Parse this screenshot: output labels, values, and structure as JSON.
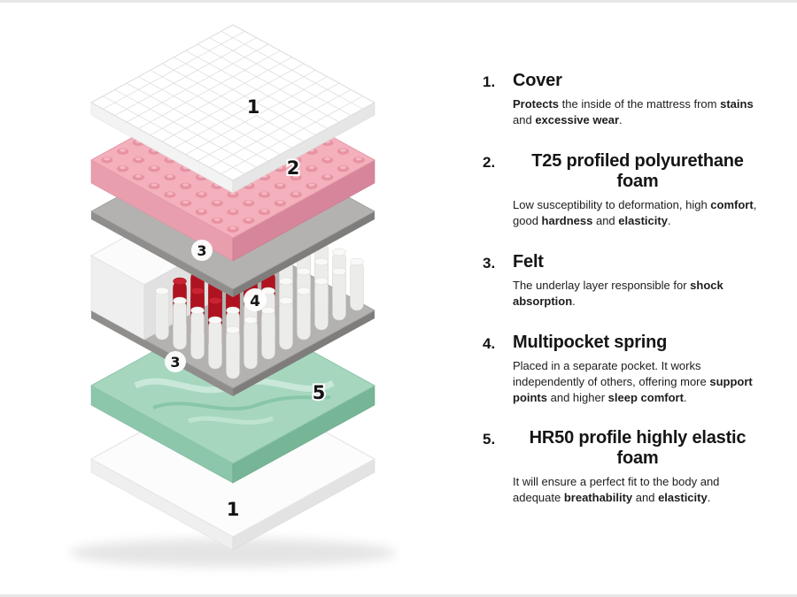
{
  "diagram": {
    "callouts": [
      {
        "n": "1"
      },
      {
        "n": "2"
      },
      {
        "n": "3"
      },
      {
        "n": "4"
      },
      {
        "n": "3"
      },
      {
        "n": "5"
      },
      {
        "n": "1"
      }
    ],
    "colors": {
      "cover": "#ffffff",
      "foam_t25": "#f4b0bc",
      "felt": "#b4b2b0",
      "spring_red": "#b01320",
      "spring_white": "#ececea",
      "foam_hr50": "#a6d7be"
    }
  },
  "legend": {
    "items": [
      {
        "num": "1.",
        "title": "Cover",
        "desc": [
          {
            "t": "Protects",
            "b": true
          },
          {
            "t": " the inside of the mattress from ",
            "b": false
          },
          {
            "t": "stains",
            "b": true
          },
          {
            "t": " and ",
            "b": false
          },
          {
            "t": "excessive wear",
            "b": true
          },
          {
            "t": ".",
            "b": false
          }
        ]
      },
      {
        "num": "2.",
        "title": "T25 profiled polyurethane foam",
        "desc": [
          {
            "t": "Low susceptibility to deformation, high ",
            "b": false
          },
          {
            "t": "comfort",
            "b": true
          },
          {
            "t": ", good ",
            "b": false
          },
          {
            "t": "hardness",
            "b": true
          },
          {
            "t": " and ",
            "b": false
          },
          {
            "t": "elasticity",
            "b": true
          },
          {
            "t": ".",
            "b": false
          }
        ]
      },
      {
        "num": "3.",
        "title": "Felt",
        "desc": [
          {
            "t": "The underlay layer responsible for ",
            "b": false
          },
          {
            "t": "shock absorption",
            "b": true
          },
          {
            "t": ".",
            "b": false
          }
        ]
      },
      {
        "num": "4.",
        "title": "Multipocket spring",
        "desc": [
          {
            "t": "Placed in a separate pocket. It works independently of others, offering more ",
            "b": false
          },
          {
            "t": "support points",
            "b": true
          },
          {
            "t": " and higher ",
            "b": false
          },
          {
            "t": "sleep comfort",
            "b": true
          },
          {
            "t": ".",
            "b": false
          }
        ]
      },
      {
        "num": "5.",
        "title": "HR50 profile highly elastic foam",
        "desc": [
          {
            "t": "It will ensure a perfect fit to the body and adequate ",
            "b": false
          },
          {
            "t": "breathability",
            "b": true
          },
          {
            "t": " and ",
            "b": false
          },
          {
            "t": "elasticity",
            "b": true
          },
          {
            "t": ".",
            "b": false
          }
        ]
      }
    ]
  }
}
